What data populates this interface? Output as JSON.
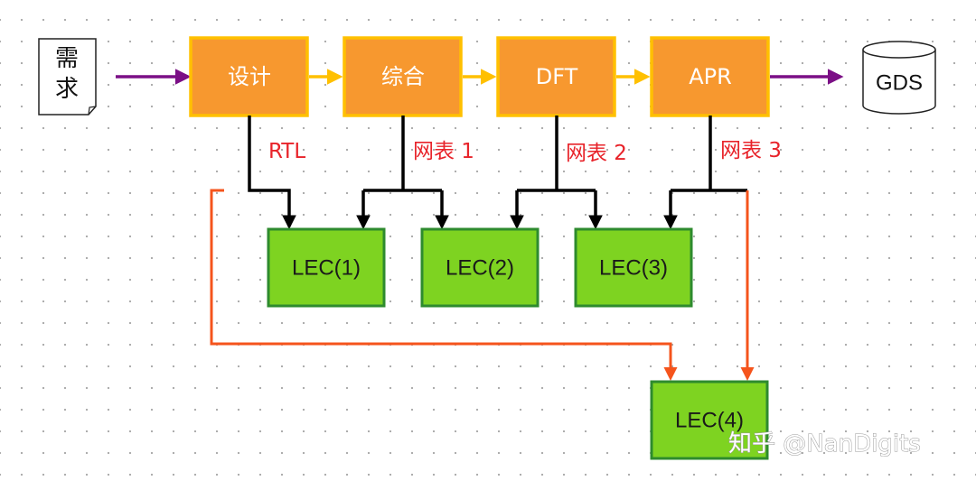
{
  "input_doc": {
    "label_line1": "需",
    "label_line2": "求"
  },
  "process_steps": [
    "设计",
    "综合",
    "DFT",
    "APR"
  ],
  "output_db": {
    "label": "GDS"
  },
  "edge_labels": [
    "RTL",
    "网表 1",
    "网表 2",
    "网表 3"
  ],
  "lec_nodes": [
    "LEC(1)",
    "LEC(2)",
    "LEC(3)",
    "LEC(4)"
  ],
  "watermark": "知乎 @NanDigits",
  "colors": {
    "process_fill": "#f7982f",
    "process_border": "#ffc000",
    "lec_fill": "#7ed321",
    "lec_border": "#2e8b2e",
    "flow_arrow": "#ffc000",
    "io_arrow": "#7b0f86",
    "branch_line": "#000000",
    "lec4_line": "#f5541c",
    "edge_label": "#e8232a"
  },
  "icons": {
    "input": "document-icon",
    "output": "database-cylinder-icon"
  }
}
